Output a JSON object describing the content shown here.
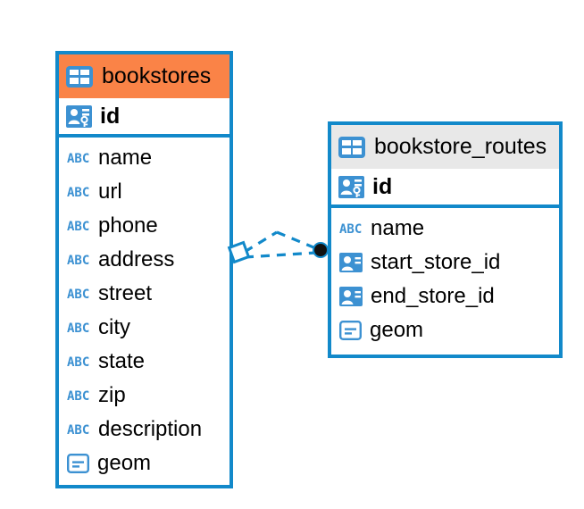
{
  "diagram": {
    "type": "entity-relationship-diagram",
    "colors": {
      "border": "#1289CA",
      "header_highlight": "#FA8347",
      "header_default": "#E8E8E8",
      "icon_blue": "#3C91D2",
      "connector": "#1289CA",
      "connector_dot": "#111111",
      "text": "#000000",
      "background": "#FFFFFF"
    },
    "entities": [
      {
        "name": "bookstores",
        "header_style": "highlight",
        "header_icon": "table-icon",
        "primary_key": {
          "label": "id",
          "icon": "primary-key-icon"
        },
        "columns": [
          {
            "label": "name",
            "icon": "text-type-icon"
          },
          {
            "label": "url",
            "icon": "text-type-icon"
          },
          {
            "label": "phone",
            "icon": "text-type-icon"
          },
          {
            "label": "address",
            "icon": "text-type-icon"
          },
          {
            "label": "street",
            "icon": "text-type-icon"
          },
          {
            "label": "city",
            "icon": "text-type-icon"
          },
          {
            "label": "state",
            "icon": "text-type-icon"
          },
          {
            "label": "zip",
            "icon": "text-type-icon"
          },
          {
            "label": "description",
            "icon": "text-type-icon"
          },
          {
            "label": "geom",
            "icon": "geometry-type-icon"
          }
        ]
      },
      {
        "name": "bookstore_routes",
        "header_style": "default",
        "header_icon": "table-icon",
        "primary_key": {
          "label": "id",
          "icon": "primary-key-icon"
        },
        "columns": [
          {
            "label": "name",
            "icon": "text-type-icon"
          },
          {
            "label": "start_store_id",
            "icon": "foreign-key-icon"
          },
          {
            "label": "end_store_id",
            "icon": "foreign-key-icon"
          },
          {
            "label": "geom",
            "icon": "geometry-type-icon"
          }
        ]
      }
    ],
    "relationship": {
      "style": "dashed",
      "source_marker": "diamond-marker",
      "target_marker": "filled-dot-marker",
      "source_entity": "bookstores",
      "target_entity": "bookstore_routes"
    }
  }
}
